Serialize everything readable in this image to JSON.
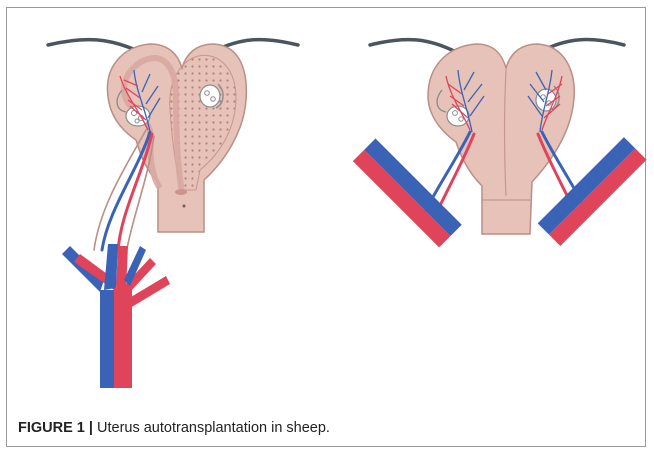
{
  "figure": {
    "label": "FIGURE 1 |",
    "caption": "Uterus autotransplantation in sheep."
  },
  "colors": {
    "tissue": "#e6c2b8",
    "tissue_outline": "#b98f86",
    "cavity": "#d7a9a0",
    "artery": "#e0445a",
    "vein": "#3a63b8",
    "fallopian_tube": "#4a5560",
    "ovary": "#ffffff"
  },
  "panels": [
    "native-uterus-with-aorta-and-vena-cava",
    "transplanted-uterus-with-vascular-patches"
  ]
}
